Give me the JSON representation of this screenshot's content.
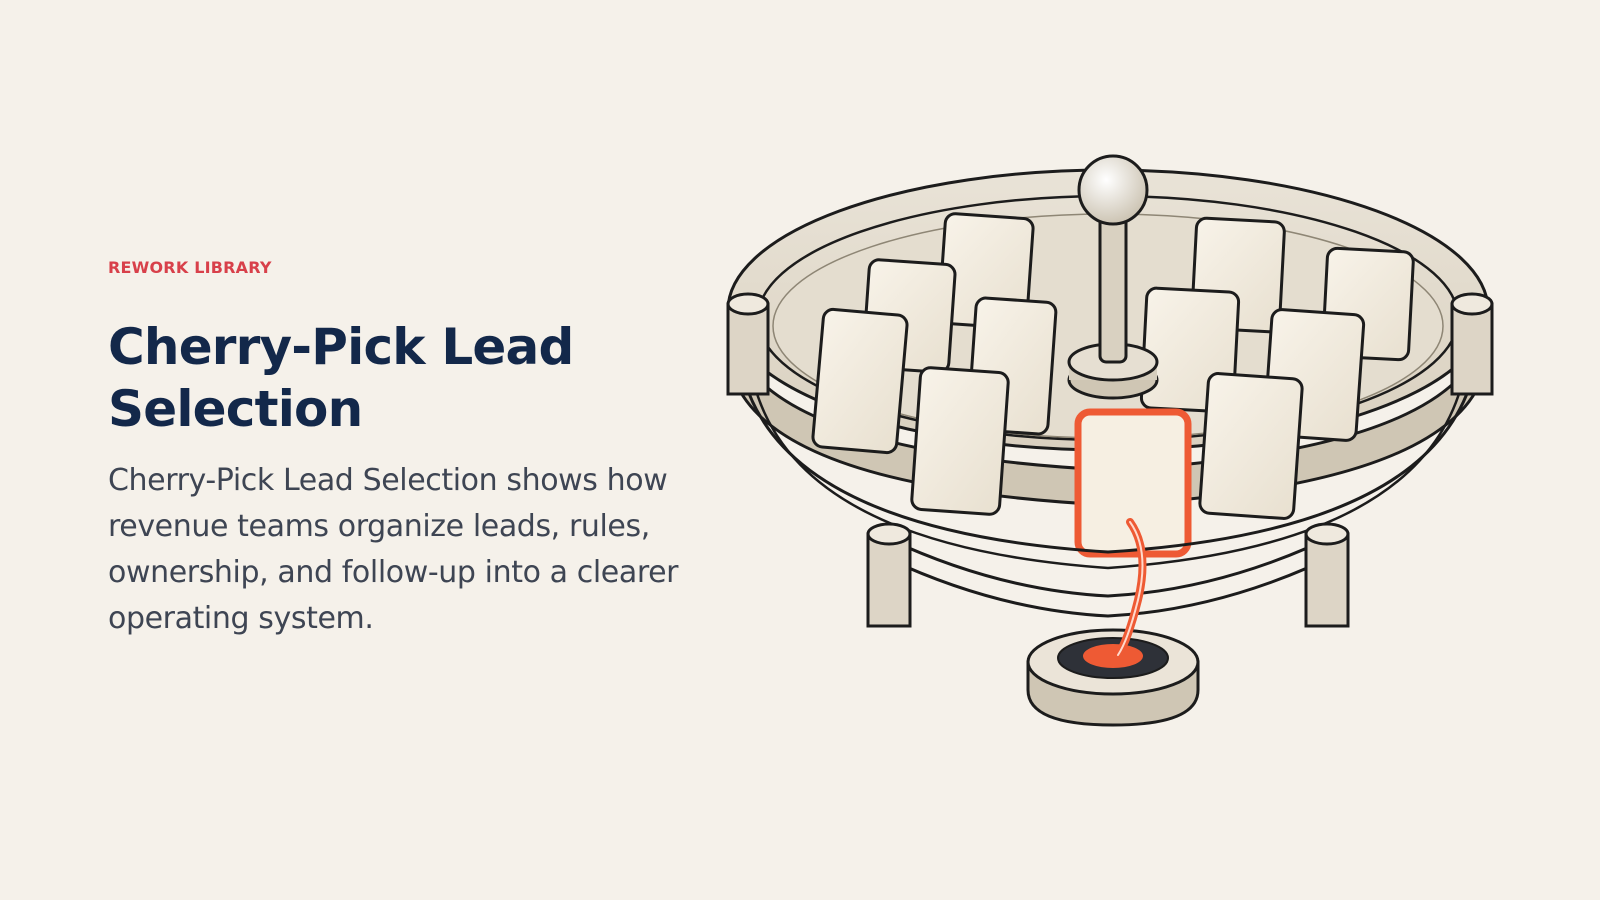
{
  "hero": {
    "eyebrow": "REWORK LIBRARY",
    "title": "Cherry-Pick Lead Selection",
    "description": "Cherry-Pick Lead Selection shows how revenue teams organize leads, rules, ownership, and follow-up into a clearer operating system."
  },
  "illustration": {
    "subject": "circular tray with lead cards and a highlighted selected card connected to a button",
    "colors": {
      "background": "#f5f1ea",
      "accent": "#ee5a34",
      "eyebrow": "#d8404a",
      "title": "#13284a",
      "body": "#3e4553",
      "card_fill": "#f3ede1",
      "outline": "#1c1c1c",
      "tray": "#ddd5c6"
    }
  }
}
